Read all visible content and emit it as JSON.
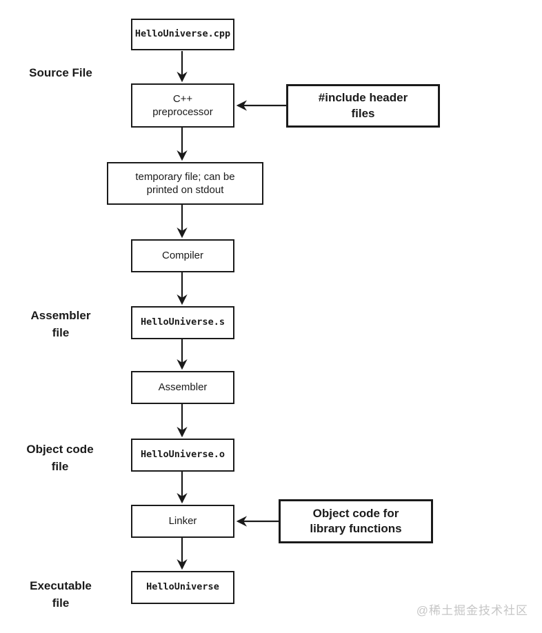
{
  "colors": {
    "ink": "#1a1a1a",
    "background": "#ffffff",
    "watermark_gray": "#c6c6c6"
  },
  "stage_labels": {
    "source_file": "Source File",
    "assembler_file": "Assembler\nfile",
    "object_code_file": "Object code\nfile",
    "executable_file": "Executable\nfile"
  },
  "nodes": {
    "source": "HelloUniverse.cpp",
    "preprocessor": "C++\npreprocessor",
    "include_headers": "#include header\nfiles",
    "temp_file": "temporary file; can be\nprinted on stdout",
    "compiler": "Compiler",
    "assembly_file": "HelloUniverse.s",
    "assembler": "Assembler",
    "object_file": "HelloUniverse.o",
    "linker": "Linker",
    "library_objects": "Object code for\nlibrary functions",
    "executable": "HelloUniverse"
  },
  "watermark": "@稀土掘金技术社区"
}
